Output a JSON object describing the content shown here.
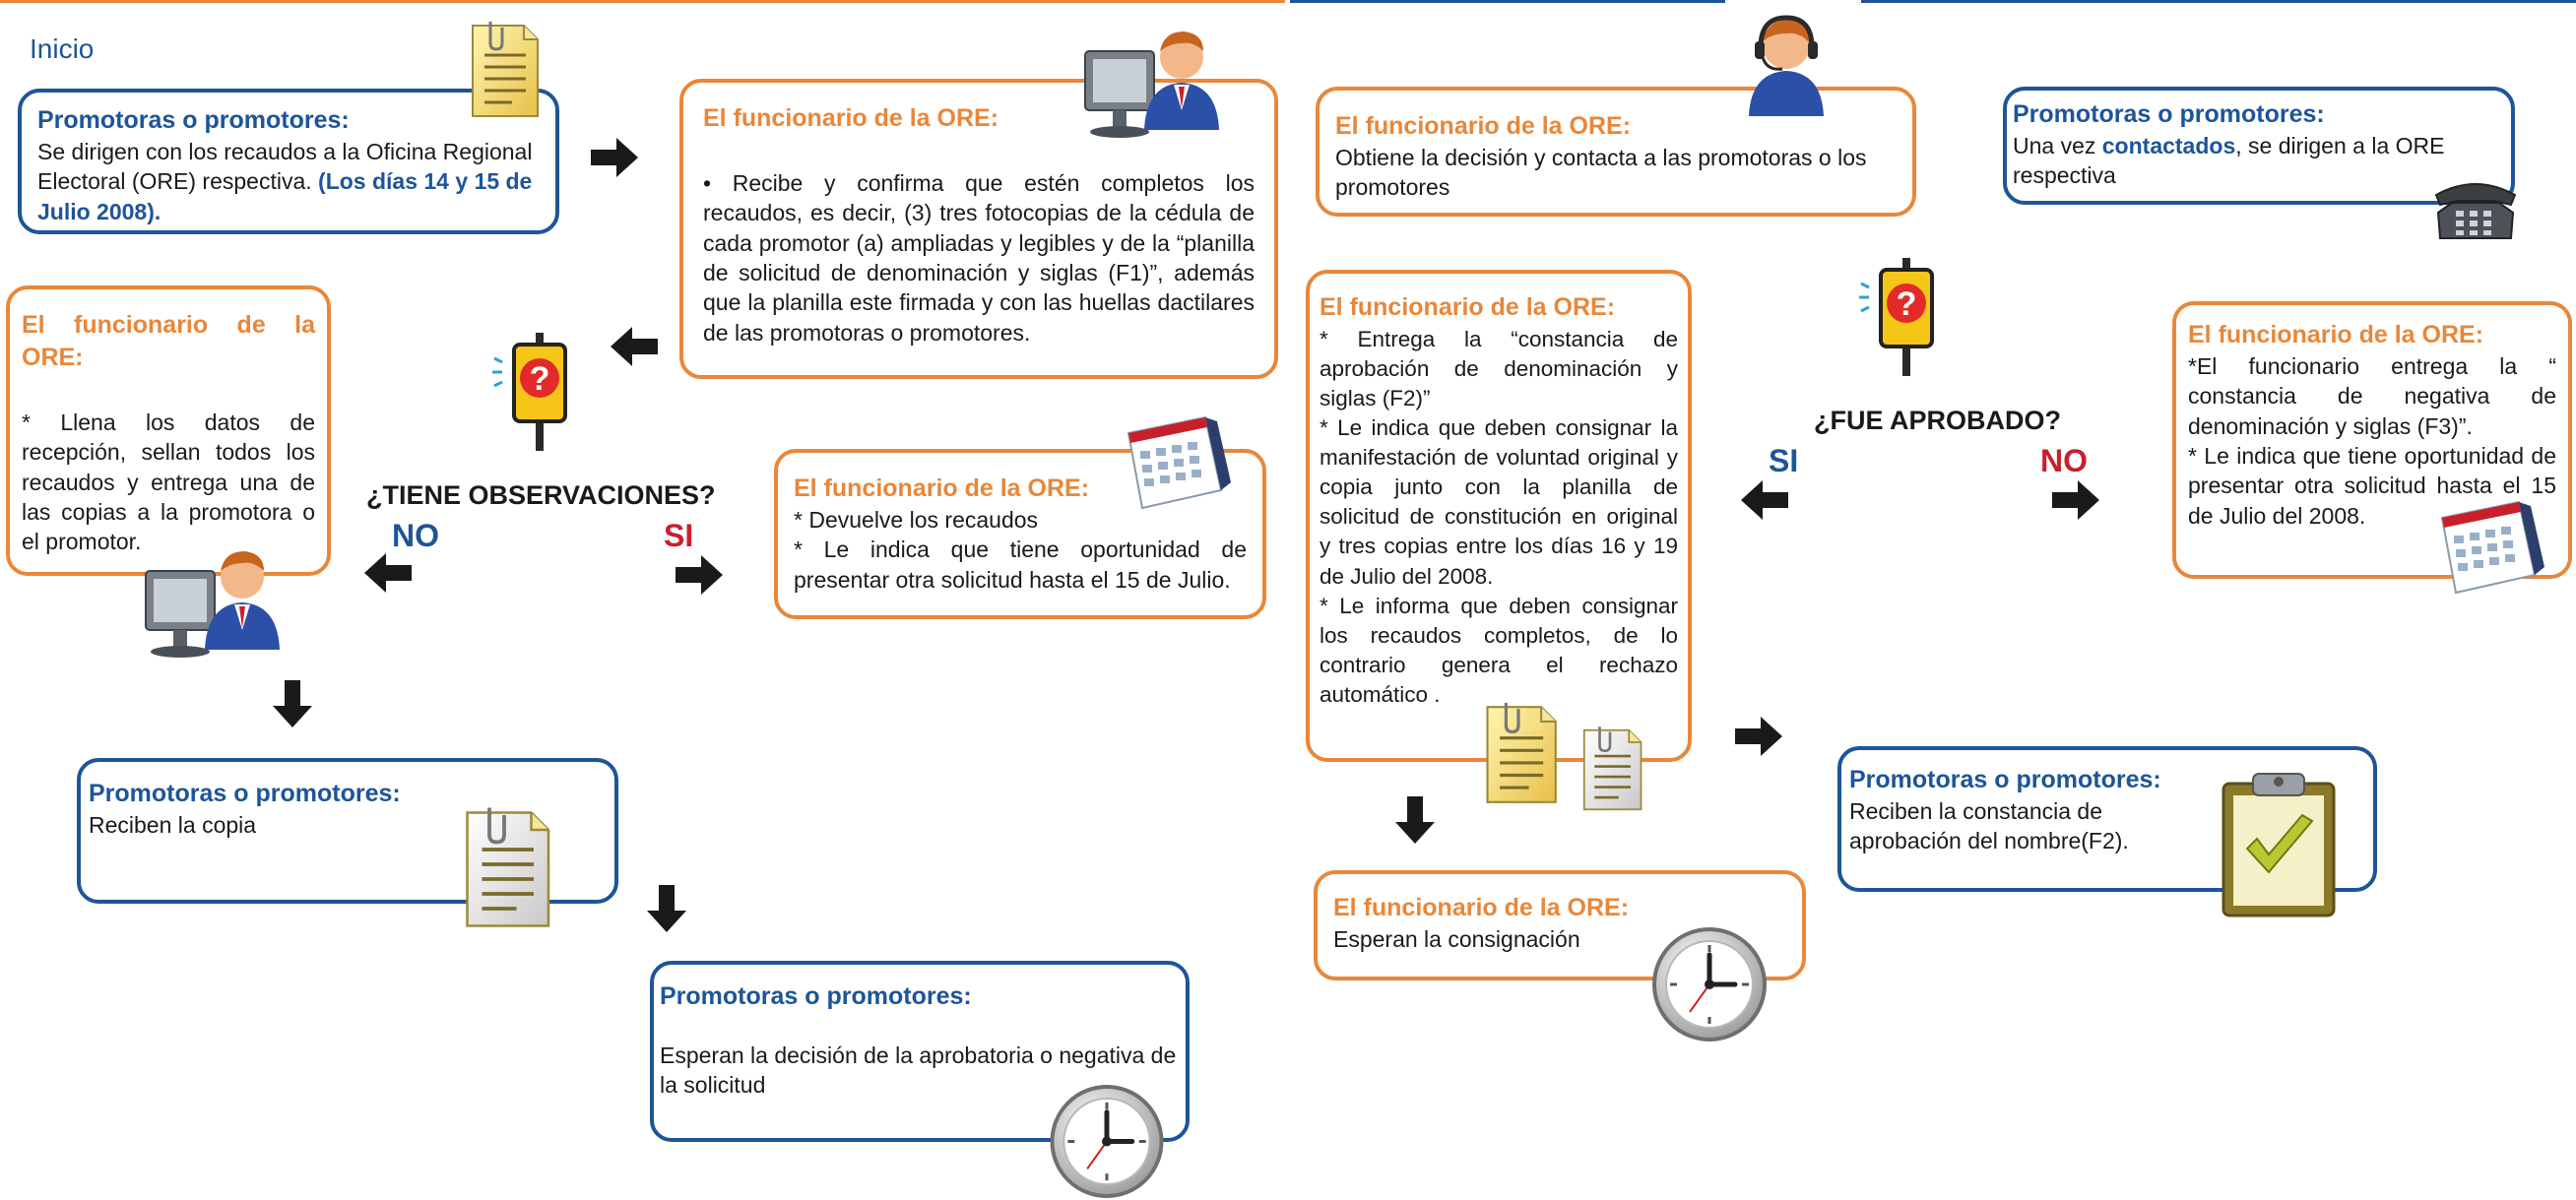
{
  "colors": {
    "blue": "#1d5597",
    "orange": "#e8873a",
    "red": "#c8202b",
    "dark": "#1a1a1a"
  },
  "inicio": "Inicio",
  "box1": {
    "title": "Promotoras o promotores:",
    "text": "Se dirigen con los recaudos a la Oficina Regional Electoral (ORE) respectiva.",
    "highlight": "(Los días 14  y 15 de Julio 2008)."
  },
  "box2": {
    "title": "El funcionario de la ORE:",
    "text": "• Recibe y confirma que estén completos los recaudos, es decir, (3) tres fotocopias de la cédula de cada promotor (a) ampliadas y legibles y de la “planilla de solicitud de denominación y siglas (F1)”, además que la planilla este firmada y con las huellas dactilares de las promotoras o promotores."
  },
  "box3": {
    "title": "El funcionario de la ORE:",
    "text": "* Llena los datos de recepción, sellan todos los recaudos y entrega una de las copias a la promotora o el promotor."
  },
  "question1": "¿TIENE OBSERVACIONES?",
  "no1": "NO",
  "si1": "SI",
  "box4": {
    "title": "El funcionario de la ORE:",
    "line1": "*  Devuelve los recaudos",
    "line2": "* Le indica que tiene oportunidad de presentar otra solicitud hasta el 15 de Julio."
  },
  "box5": {
    "title": "Promotoras o promotores:",
    "text": "Reciben la copia"
  },
  "box6": {
    "title": "Promotoras o promotores:",
    "text": "Esperan la decisión de la aprobatoria o negativa de la solicitud"
  },
  "box7": {
    "title": "El funcionario de la ORE:",
    "text": "Obtiene la decisión y contacta a las promotoras o los promotores"
  },
  "box8": {
    "title": "Promotoras o promotores:",
    "pre": "Una vez ",
    "highlight": "contactados",
    "post": ", se dirigen a la ORE respectiva"
  },
  "box9": {
    "title": "El funcionario de la ORE:",
    "line1": "* Entrega la “constancia de aprobación de denominación y siglas (F2)”",
    "line2": "*  Le indica que deben consignar la manifestación de voluntad original y copia junto con la planilla de solicitud de constitución en original y tres copias entre los días 16 y 19 de Julio del 2008.",
    "line3": "* Le informa que deben consignar los recaudos completos, de lo contrario genera el rechazo automático ."
  },
  "question2": "¿FUE APROBADO?",
  "si2": "SI",
  "no2": "NO",
  "box10": {
    "title": "El funcionario de la ORE:",
    "line1": "*El funcionario entrega la “ constancia de negativa de denominación y siglas (F3)”.",
    "line2": "* Le indica que tiene oportunidad de presentar otra solicitud hasta el 15 de Julio del 2008."
  },
  "box11": {
    "title": "El funcionario de la ORE:",
    "text": "Esperan la consignación"
  },
  "box12": {
    "title": "Promotoras o promotores:",
    "text": "Reciben la constancia de aprobación del nombre(F2)."
  },
  "icons": [
    "document-icon",
    "person-computer-icon",
    "question-sign-icon",
    "calendar-icon",
    "paper-icon",
    "clock-icon",
    "operator-icon",
    "telephone-icon",
    "clipboard-check-icon"
  ]
}
